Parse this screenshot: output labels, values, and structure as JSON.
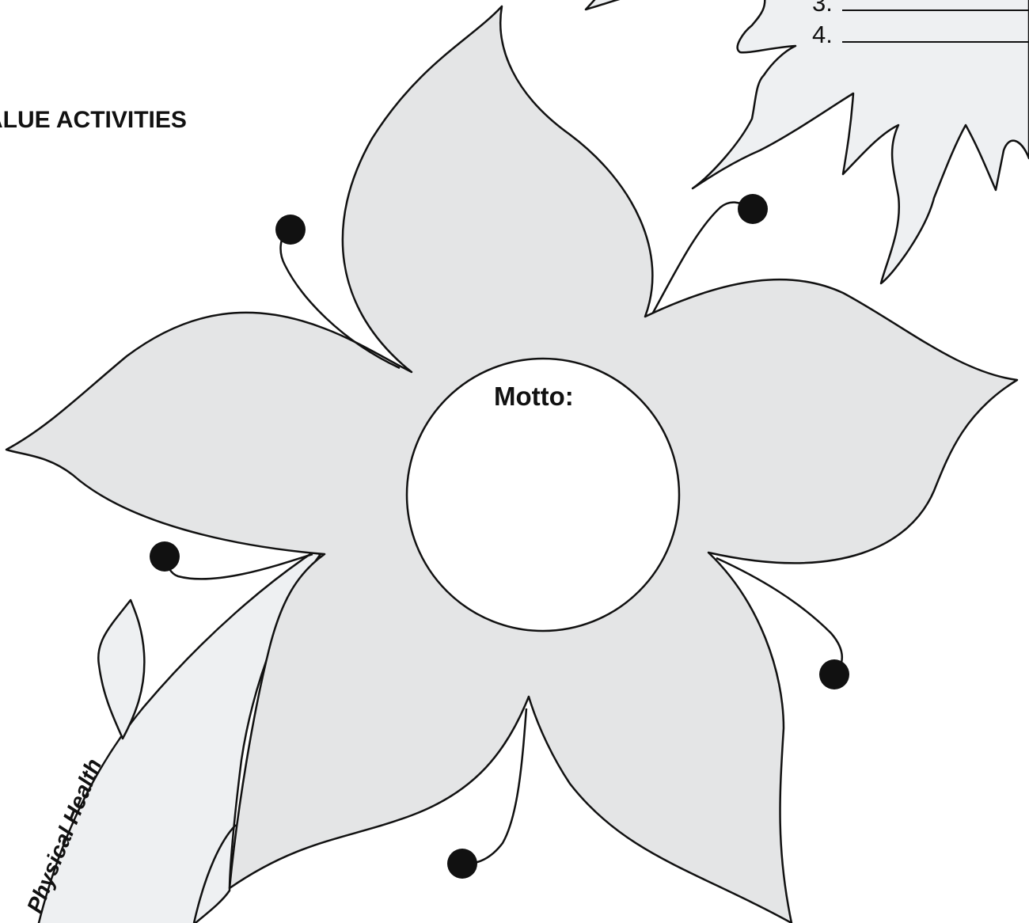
{
  "heading": {
    "text": "ALUE ACTIVITIES"
  },
  "center": {
    "motto_label": "Motto:"
  },
  "list": {
    "items": [
      {
        "number": "3."
      },
      {
        "number": "4."
      }
    ]
  },
  "stem": {
    "label": "Physical Health"
  },
  "colors": {
    "outline": "#111111",
    "petal_fill": "#e4e5e6",
    "leaf_fill": "#eef0f2",
    "center_fill": "#ffffff",
    "dot": "#111111"
  }
}
